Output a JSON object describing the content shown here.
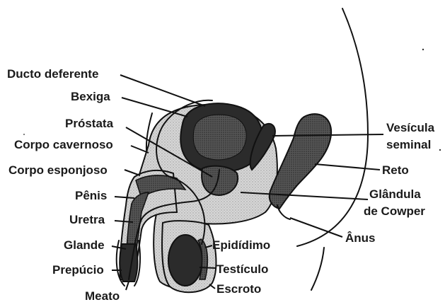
{
  "diagram": {
    "labels": {
      "ducto_deferente": "Ducto deferente",
      "bexiga": "Bexiga",
      "prostata": "Próstata",
      "corpo_cavernoso": "Corpo cavernoso",
      "corpo_esponjoso": "Corpo esponjoso",
      "penis": "Pênis",
      "uretra": "Uretra",
      "glande": "Glande",
      "prepucio": "Prepúcio",
      "meato": "Meato",
      "vesicula_line1": "Vesícula",
      "vesicula_line2": "seminal",
      "reto": "Reto",
      "glandula_line1": "Glândula",
      "glandula_line2": "de Cowper",
      "anus": "Ânus",
      "epididimo": "Epidídimo",
      "testiculo": "Testículo",
      "escroto": "Escroto"
    },
    "colors": {
      "ink": "#111111",
      "dark_tissue": "#2b2b2b",
      "mid_tissue": "#8a8a8a",
      "light_tissue": "#cfcfcf",
      "background": "#ffffff"
    }
  }
}
